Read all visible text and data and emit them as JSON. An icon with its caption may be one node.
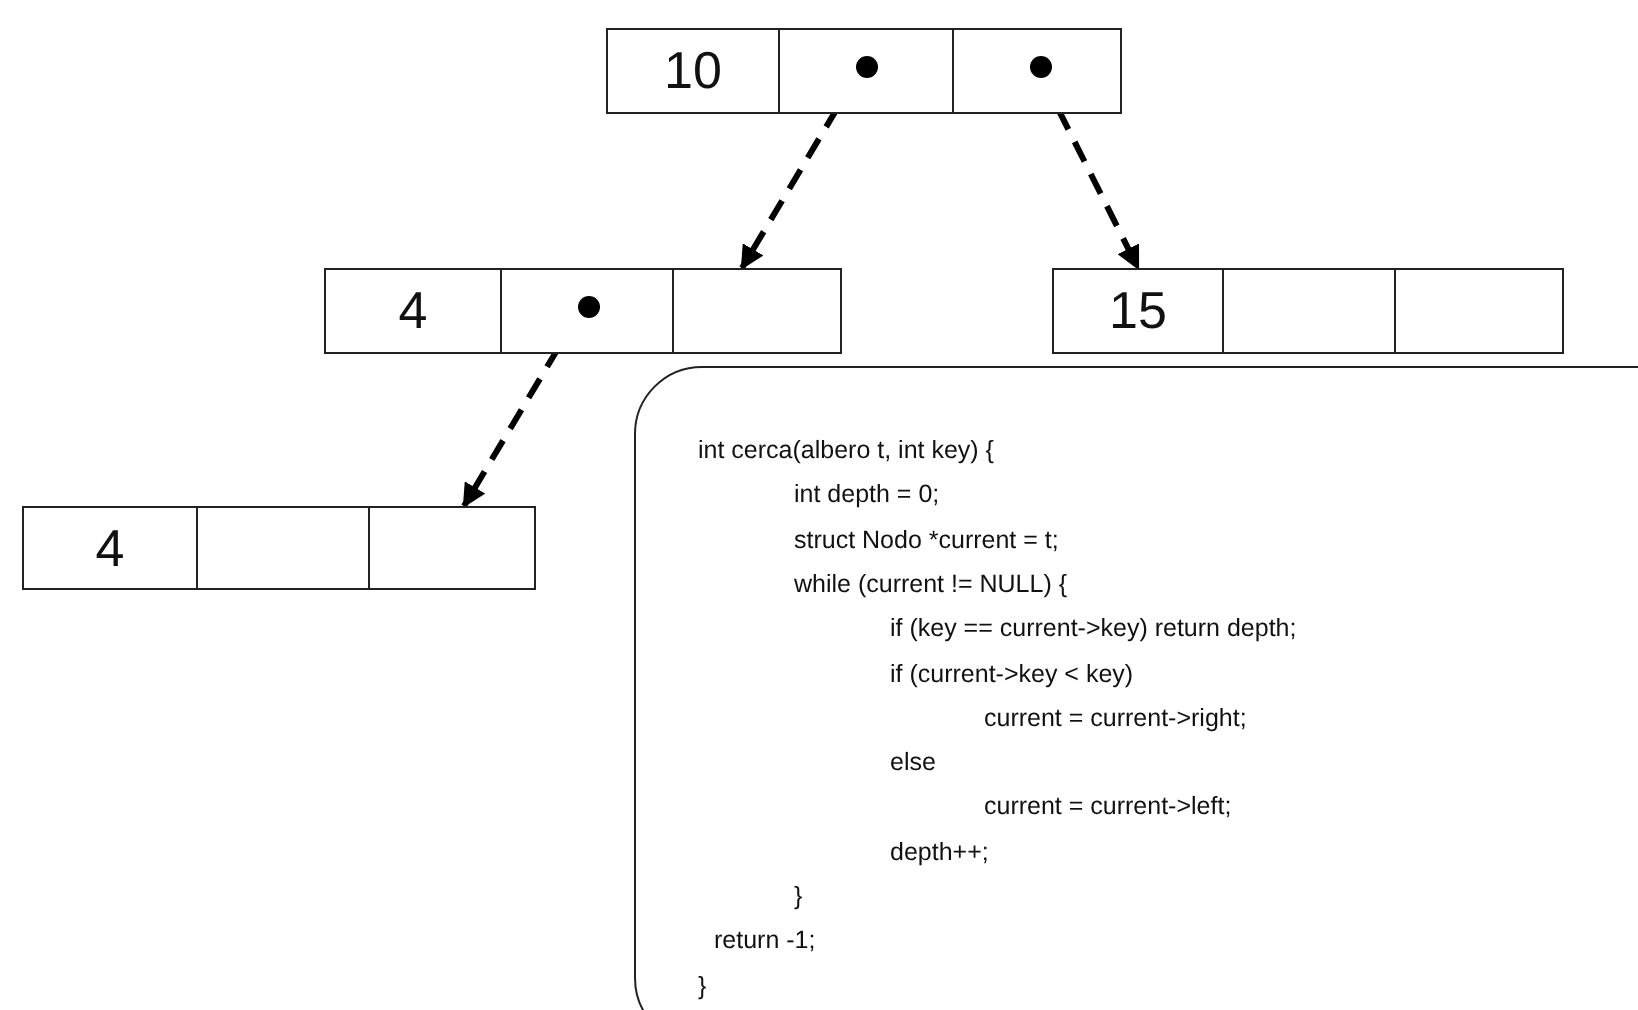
{
  "diagram": {
    "nodes": [
      {
        "text": [
          "10"
        ]
      },
      {
        "text": [],
        "shape": "box",
        "in": 0
      },
      {
        "text": [],
        "shape": "box",
        "in": 0
      },
      {
        "text": [
          "4"
        ]
      },
      {
        "text": [],
        "shape": "box",
        "in": 3
      },
      {
        "text": [],
        "shape": "box",
        "in": 3
      },
      {
        "text": [
          "15"
        ]
      },
      {
        "text": [],
        "shape": "box",
        "in": 6
      },
      {
        "text": [],
        "shape": "box",
        "in": 6
      },
      {
        "text": [
          "int cerca(albero t, int key) {",
          "int depth = 0;",
          "struct Nodo *current = t;",
          "while (current != NULL) {",
          "if (key == current->key) return depth;",
          "if (current->key < key)",
          "current = current->right;",
          "else",
          "current = current->left;",
          "depth++;",
          "}",
          "return -1;",
          "}"
        ]
      },
      {
        "text": [
          "4"
        ]
      },
      {
        "text": [],
        "shape": "box",
        "in": 10
      },
      {
        "text": [],
        "shape": "box",
        "in": 10
      }
    ],
    "edges": [
      {
        "from": 1,
        "to": 3,
        "arrow": "to",
        "style": "dashed"
      },
      {
        "from": 2,
        "to": 6,
        "arrow": "to",
        "style": "dashed"
      },
      {
        "from": 4,
        "to": 10,
        "arrow": "to",
        "style": "dashed"
      }
    ]
  }
}
